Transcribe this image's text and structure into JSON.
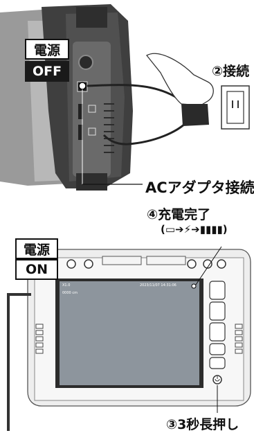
{
  "top": {
    "power_label": "電源",
    "power_state": "OFF",
    "step2_label": "②接続",
    "adapter_label": "ACアダプタ接続"
  },
  "bottom": {
    "step4_label": "④充電完了",
    "battery_sequence": "(▭➔⚡➔▮▮▮▮)",
    "power_label": "電源",
    "power_state": "ON",
    "step3_label": "③3秒長押し",
    "screen_status_left": "X1.0",
    "screen_status_date": "2023/11/07 14:31:06",
    "screen_distance": "0000 cm"
  }
}
